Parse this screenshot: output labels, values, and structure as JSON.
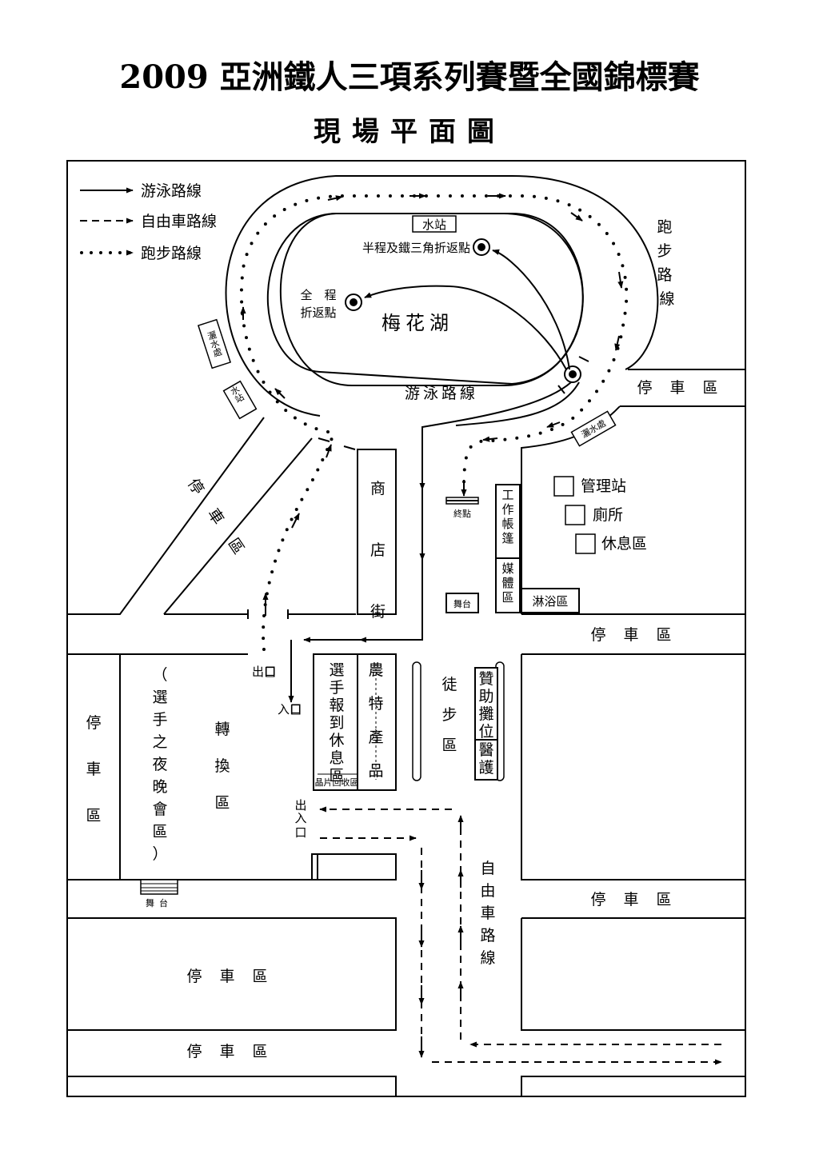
{
  "title": "2009 亞洲鐵人三項系列賽暨全國錦標賽",
  "subtitle": "現場平面圖",
  "legend": {
    "swim": "游泳路線",
    "bike": "自由車路線",
    "run": "跑步路線"
  },
  "lake": {
    "name": "梅花湖",
    "swim_route": "游泳路線",
    "full_turn": [
      "全　程",
      "折返點"
    ],
    "half_turn": "半程及鐵三角折返點",
    "water_station_top": "水站"
  },
  "run_route_label": "跑步路線",
  "sprinkler_left": "灑水處",
  "water_station_left": "水站",
  "sprinkler_right": "灑水處",
  "finish": "終點",
  "shop_street": "商店街",
  "work_tent": "工作帳篷",
  "media_area": "媒體區",
  "shower_area": "淋浴區",
  "stage_center": "舞台",
  "stage_bottom": "舞台",
  "facilities": [
    "管理站",
    "廁所",
    "休息區"
  ],
  "parking": "停車區",
  "exit": "出口",
  "entrance": "入口",
  "exit_entrance": "出入口",
  "athlete_night": "（選手之夜晚會區）",
  "transition_area": "轉換區",
  "athlete_checkin": "選手報到休息區",
  "farm_products": "農特產品",
  "chip_recycle": "晶片回收區",
  "walking_area": "徒步區",
  "sponsor_booths": "贊助攤位",
  "medical": "醫護",
  "bike_route_label": "自由車路線"
}
